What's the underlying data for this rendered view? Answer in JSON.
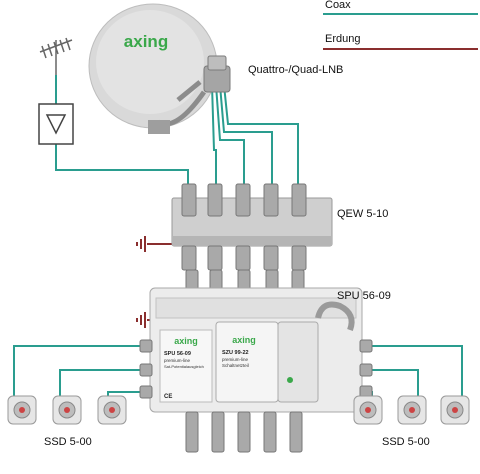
{
  "legend": {
    "coax_label": "Coax",
    "coax_color": "#2a9d8f",
    "ground_label": "Erdung",
    "ground_color": "#8a2e2e"
  },
  "labels": {
    "lnb": "Quattro-/Quad-LNB",
    "qew": "QEW 5-10",
    "spu": "SPU 56-09",
    "ssd_left": "SSD 5-00",
    "ssd_right": "SSD 5-00"
  },
  "dish_brand": "axing",
  "device": {
    "brand": "axing",
    "spu_model": "SPU 56-09",
    "spu_sub1": "premium-line",
    "spu_sub2": "Sat-Potentialausgleich",
    "szu_model": "SZU 99-22",
    "szu_sub1": "premium-line",
    "szu_sub2": "Schaltnetzteil",
    "ce_mark": "CE"
  },
  "colors": {
    "coax": "#2a9d8f",
    "ground": "#8a2e2e",
    "dish": "#d7d7d7",
    "device_body": "#ececec",
    "brand": "#3aa84a"
  }
}
